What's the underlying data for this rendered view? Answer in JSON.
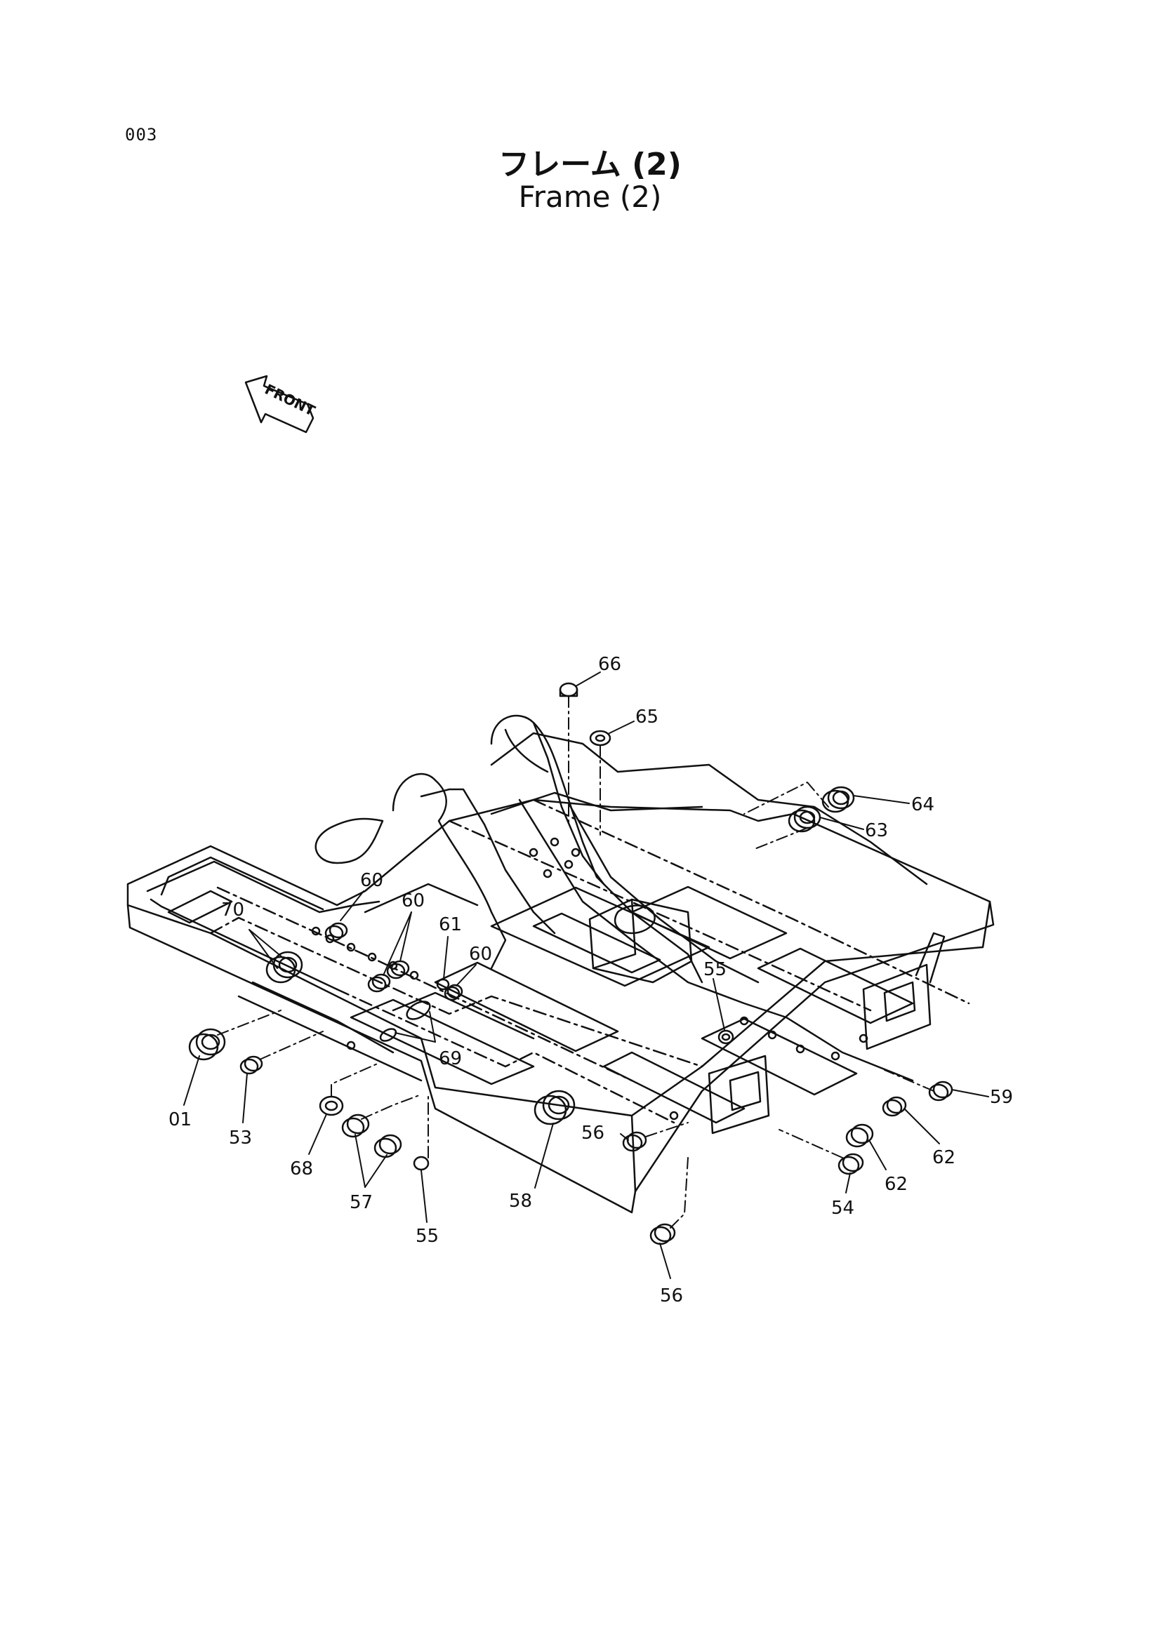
{
  "page_code": "003",
  "title_jp": "フレーム (2)",
  "title_en": "Frame (2)",
  "front_label": "FRONT",
  "callouts": {
    "c66": "66",
    "c65": "65",
    "c64": "64",
    "c63": "63",
    "c60a": "60",
    "c60b": "60",
    "c60c": "60",
    "c61": "61",
    "c70": "70",
    "c55a": "55",
    "c69": "69",
    "c59": "59",
    "c62a": "62",
    "c62b": "62",
    "c01": "01",
    "c53": "53",
    "c68": "68",
    "c57": "57",
    "c55b": "55",
    "c58": "58",
    "c56a": "56",
    "c54": "54",
    "c56b": "56"
  }
}
